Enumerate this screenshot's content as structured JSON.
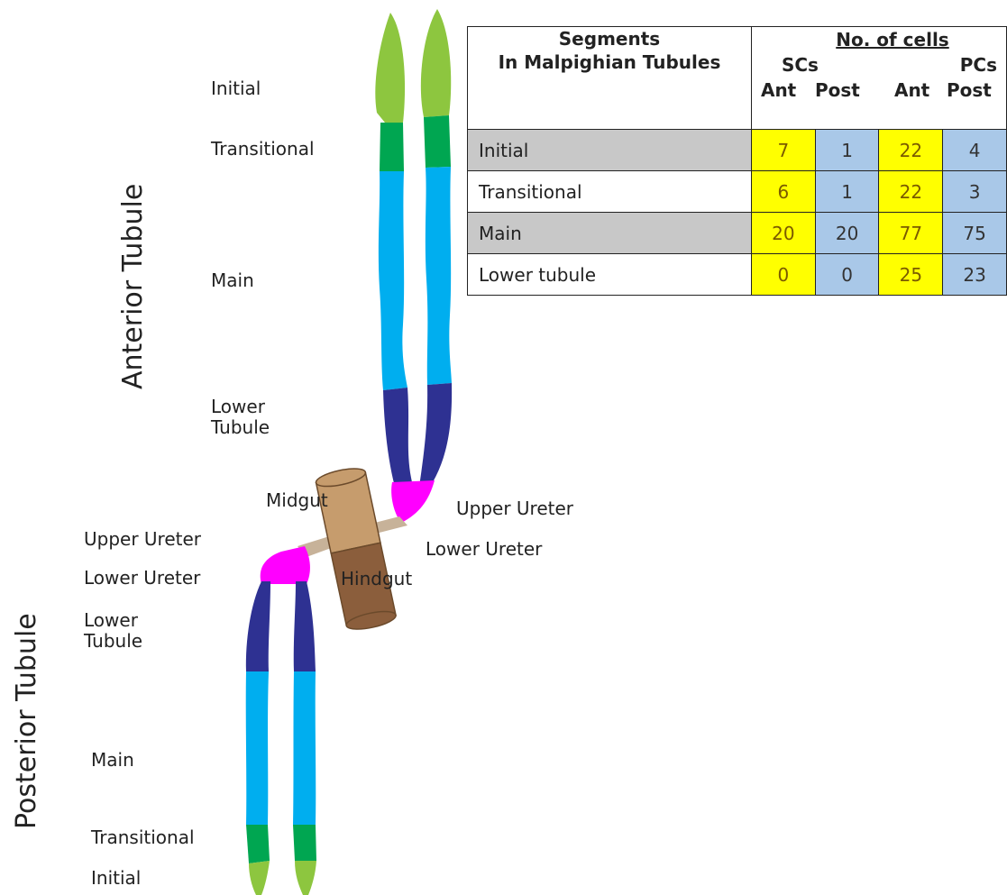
{
  "labels": {
    "anterior_title": "Anterior Tubule",
    "posterior_title": "Posterior Tubule",
    "anterior": {
      "initial": "Initial",
      "transitional": "Transitional",
      "main": "Main",
      "lower_tubule": "Lower\nTubule"
    },
    "posterior": {
      "upper_ureter": "Upper Ureter",
      "lower_ureter": "Lower Ureter",
      "lower_tubule": "Lower\nTubule",
      "main": "Main",
      "transitional": "Transitional",
      "initial": "Initial"
    },
    "midgut": "Midgut",
    "hindgut": "Hindgut",
    "right_upper_ureter": "Upper Ureter",
    "right_lower_ureter": "Lower Ureter"
  },
  "colors": {
    "initial": "#8dc63f",
    "transitional": "#00a651",
    "main": "#00aeef",
    "lower_tubule": "#2e3192",
    "ureter_upper": "#ff00ff",
    "ureter_lower": "#c7b299",
    "gut_light": "#c69c6d",
    "gut_dark": "#8b5e3c"
  },
  "table": {
    "header_left_line1": "Segments",
    "header_left_line2": "In Malpighian Tubules",
    "no_of_cells": "No. of cells",
    "scs": "SCs",
    "pcs": "PCs",
    "sub": [
      "Ant",
      "Post",
      "Ant",
      "Post"
    ],
    "rows": [
      {
        "segment": "Initial",
        "values": [
          "7",
          "1",
          "22",
          "4"
        ]
      },
      {
        "segment": "Transitional",
        "values": [
          "6",
          "1",
          "22",
          "3"
        ]
      },
      {
        "segment": "Main",
        "values": [
          "20",
          "20",
          "77",
          "75"
        ]
      },
      {
        "segment": "Lower tubule",
        "values": [
          "0",
          "0",
          "25",
          "23"
        ]
      }
    ]
  }
}
